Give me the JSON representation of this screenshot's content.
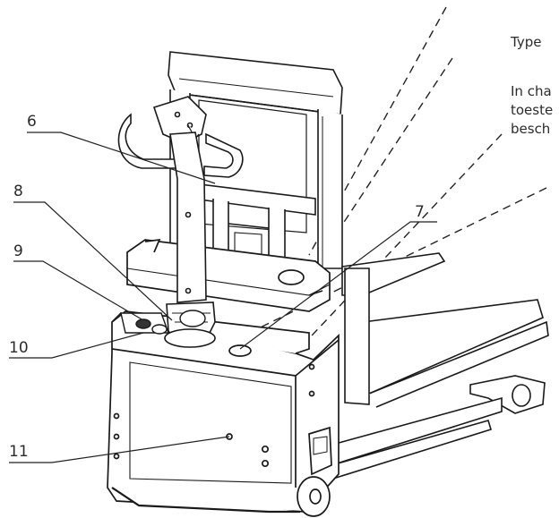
{
  "callouts": [
    {
      "id": "6",
      "label": "6"
    },
    {
      "id": "7",
      "label": "7"
    },
    {
      "id": "8",
      "label": "8"
    },
    {
      "id": "9",
      "label": "9"
    },
    {
      "id": "10",
      "label": "10"
    },
    {
      "id": "11",
      "label": "11"
    }
  ],
  "side_text": {
    "line1": "Type",
    "line2": "In cha",
    "line3": "toeste",
    "line4": "besch"
  }
}
